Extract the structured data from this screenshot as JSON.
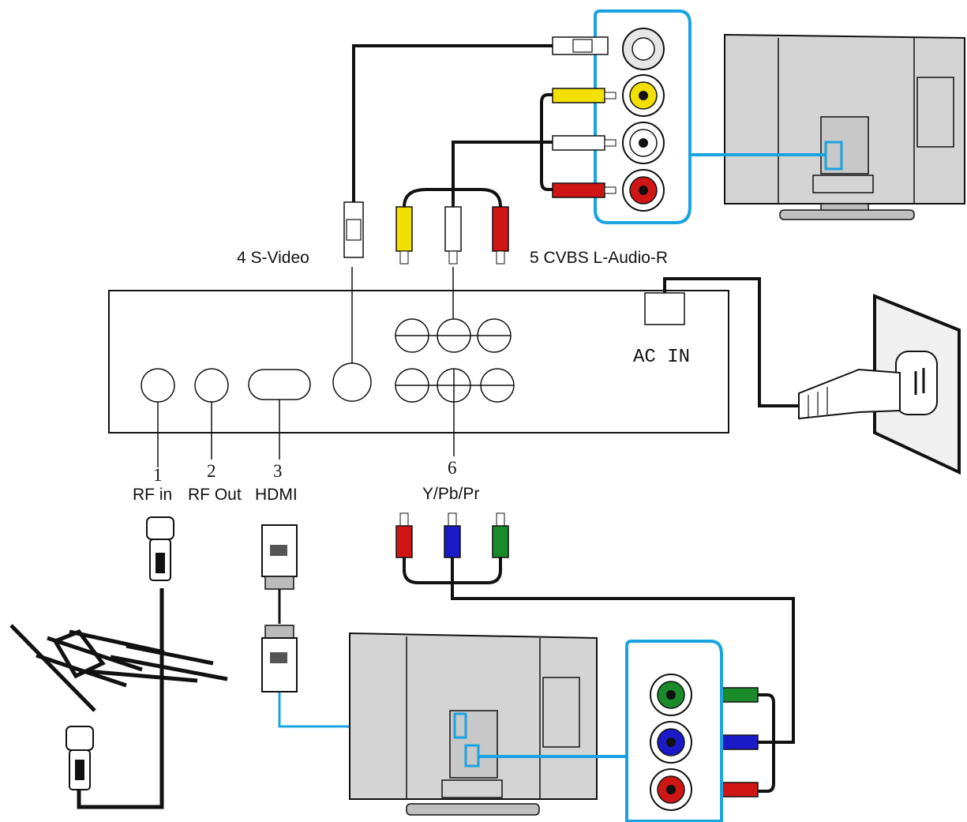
{
  "labels": {
    "svideo": "4 S-Video",
    "cvbs": "5 CVBS L-Audio-R",
    "ac_in": "AC  IN",
    "port1_num": "1",
    "port1_name": "RF in",
    "port2_num": "2",
    "port2_name": "RF Out",
    "port3_num": "3",
    "port3_name": "HDMI",
    "port6_num": "6",
    "port6_name": "Y/Pb/Pr"
  },
  "colors": {
    "accent_blue": "#1aa3e0",
    "rca_yellow": "#f2e000",
    "rca_white": "#ffffff",
    "rca_red": "#d01515",
    "rca_green": "#1a8a2a",
    "rca_blue": "#1a1ac8",
    "tv_body": "#d4d4d4",
    "cable": "#111111"
  },
  "icons": [
    "antenna-icon",
    "tv-icon",
    "wall-outlet-icon",
    "power-plug-icon",
    "rca-plug-icon",
    "svideo-plug-icon",
    "hdmi-plug-icon",
    "coax-plug-icon"
  ]
}
